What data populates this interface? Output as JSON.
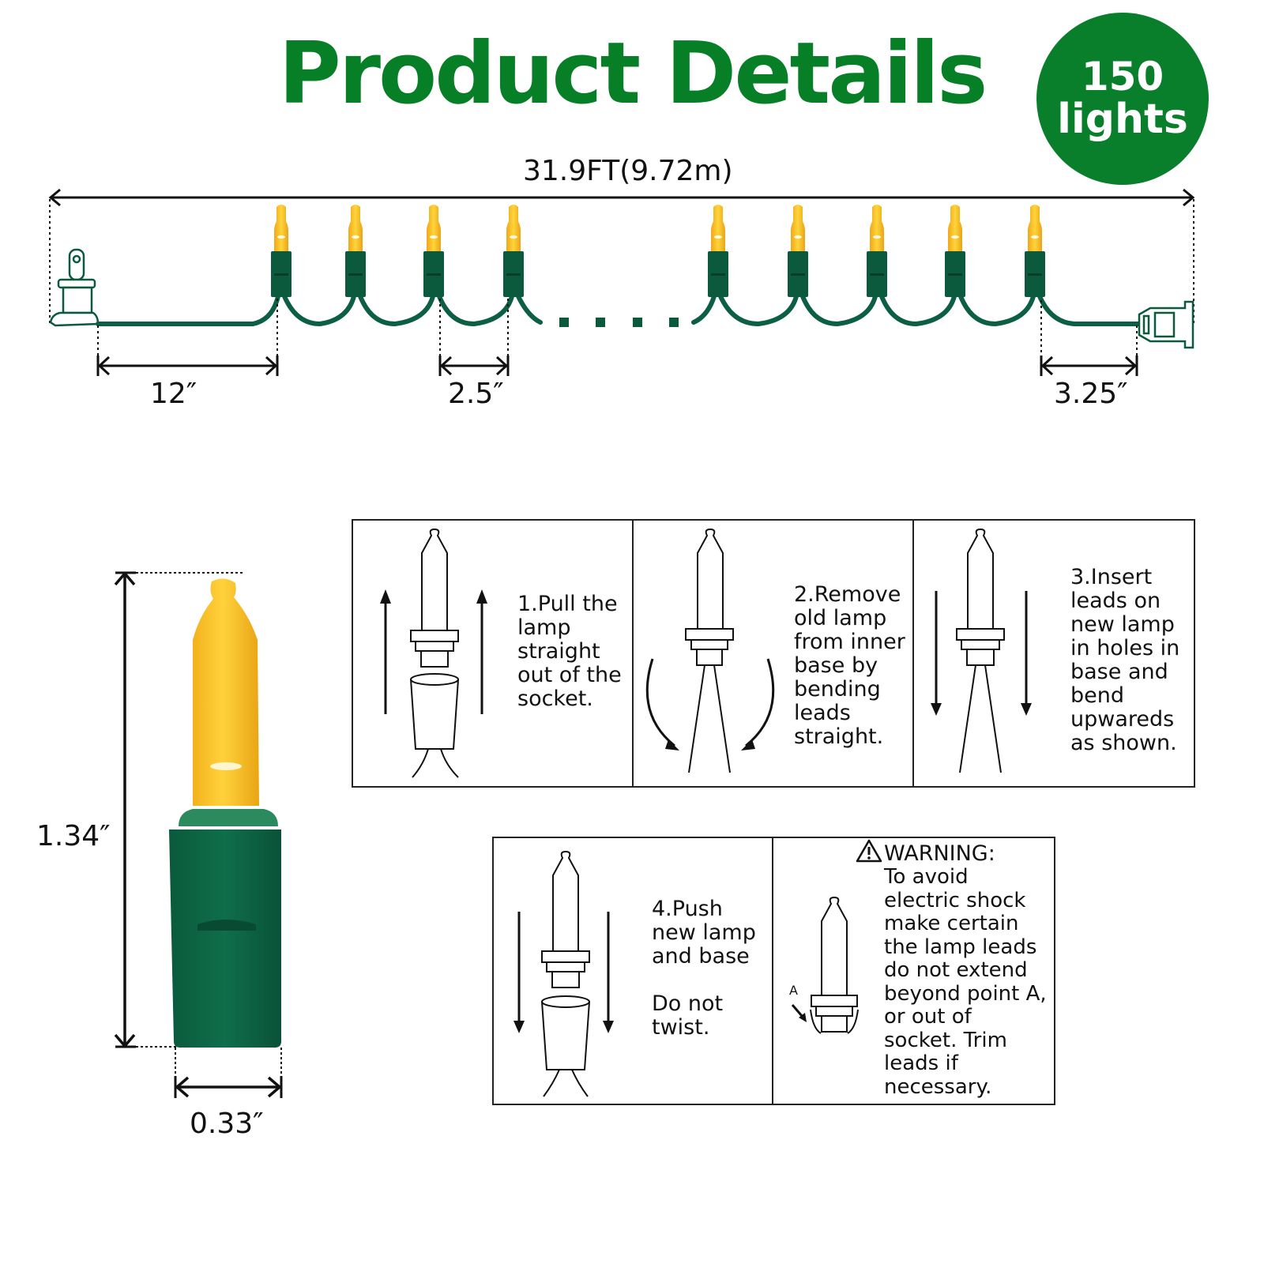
{
  "header": {
    "title": "Product Details",
    "badge": {
      "count": "150",
      "unit": "lights"
    }
  },
  "colors": {
    "title_green": "#067f26",
    "badge_green": "#0a7f2b",
    "wire_green": "#0c5e44",
    "socket_green": "#0b5a3e",
    "bulb_yellow": "#f7c21a",
    "dimension_black": "#111111"
  },
  "string_diagram": {
    "total_length": "31.9FT(9.72m)",
    "lead_length": "12″",
    "bulb_spacing": "2.5″",
    "end_length": "3.25″",
    "bulbs_left_visible": 4,
    "bulbs_right_visible": 5,
    "ellipsis_dots": 4,
    "plug_icon": "male-plug-icon",
    "end_connector_icon": "female-end-connector-icon"
  },
  "bulb_detail": {
    "height": "1.34″",
    "width": "0.33″"
  },
  "instructions": [
    {
      "step": "1",
      "text": "1.Pull the\nlamp\nstraight\nout of the\nsocket.",
      "icon": "pull-lamp-out-icon"
    },
    {
      "step": "2",
      "text": "2.Remove\nold lamp\nfrom inner\nbase by\nbending\nleads\nstraight.",
      "icon": "straighten-leads-icon"
    },
    {
      "step": "3",
      "text": "3.Insert\nleads on\nnew lamp\nin holes in\nbase and\nbend\nupwareds\nas shown.",
      "icon": "insert-leads-icon"
    },
    {
      "step": "4",
      "text": "4.Push\nnew lamp\nand base\n\nDo not\ntwist.",
      "icon": "push-lamp-in-icon"
    }
  ],
  "warning": {
    "heading": "WARNING:",
    "text": "To avoid\nelectric shock\nmake certain\nthe lamp leads\ndo not extend\nbeyond point A,\nor out of\nsocket. Trim\nleads if\nnecessary.",
    "point_label": "A",
    "icon": "warning-triangle-icon"
  }
}
